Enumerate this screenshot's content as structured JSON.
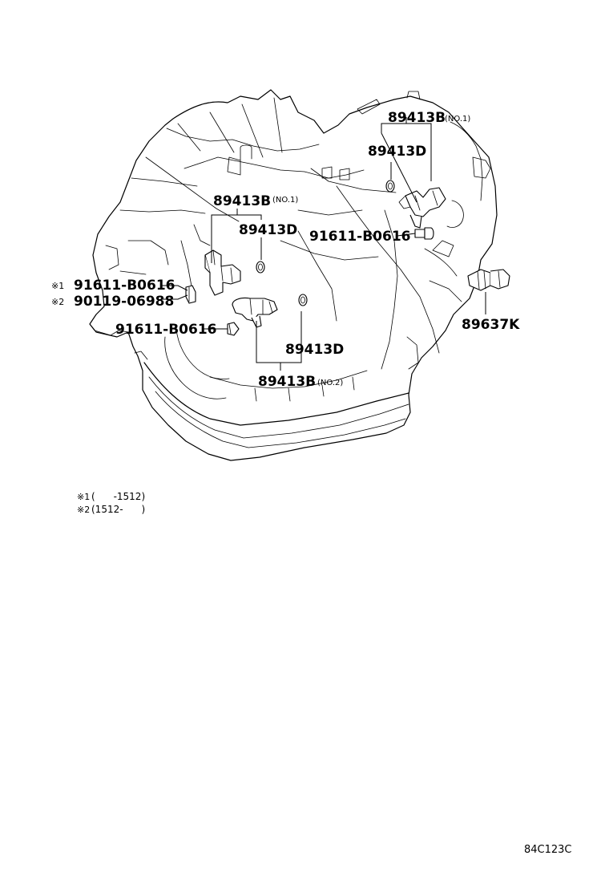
{
  "parts": {
    "sensor_no1_right": {
      "part": "89413B",
      "note": "(NO.1)"
    },
    "oring_right": "89413D",
    "sensor_no1_left": {
      "part": "89413B",
      "note": "(NO.1)"
    },
    "oring_left": "89413D",
    "bolt_right": "91611-B0616",
    "bolt_left_1": {
      "mark": "※1",
      "part": "91611-B0616"
    },
    "bolt_left_2": {
      "mark": "※2",
      "part": "90119-06988"
    },
    "bolt_lower": "91611-B0616",
    "oring_lower": "89413D",
    "sensor_no2": {
      "part": "89413B",
      "note": "(NO.2)"
    },
    "pressure_sensor": "89637K"
  },
  "legend": [
    {
      "mark": "※1",
      "text": "(      -1512)"
    },
    {
      "mark": "※2",
      "text": "(1512-      )"
    }
  ],
  "reference_code": "84C123C"
}
